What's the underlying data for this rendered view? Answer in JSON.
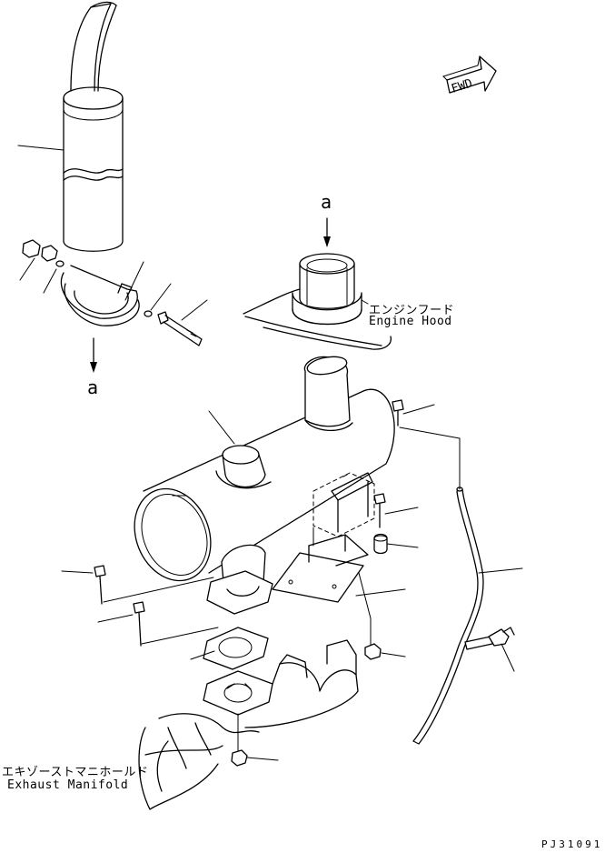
{
  "view_marker": "a",
  "fwd_label": "FWD",
  "labels": {
    "engine_hood_jp": "エンジンフード",
    "engine_hood_en": "Engine Hood",
    "exhaust_manifold_jp": "エキゾーストマニホールド",
    "exhaust_manifold_en": "Exhaust Manifold"
  },
  "drawing_code": "PJ31091"
}
